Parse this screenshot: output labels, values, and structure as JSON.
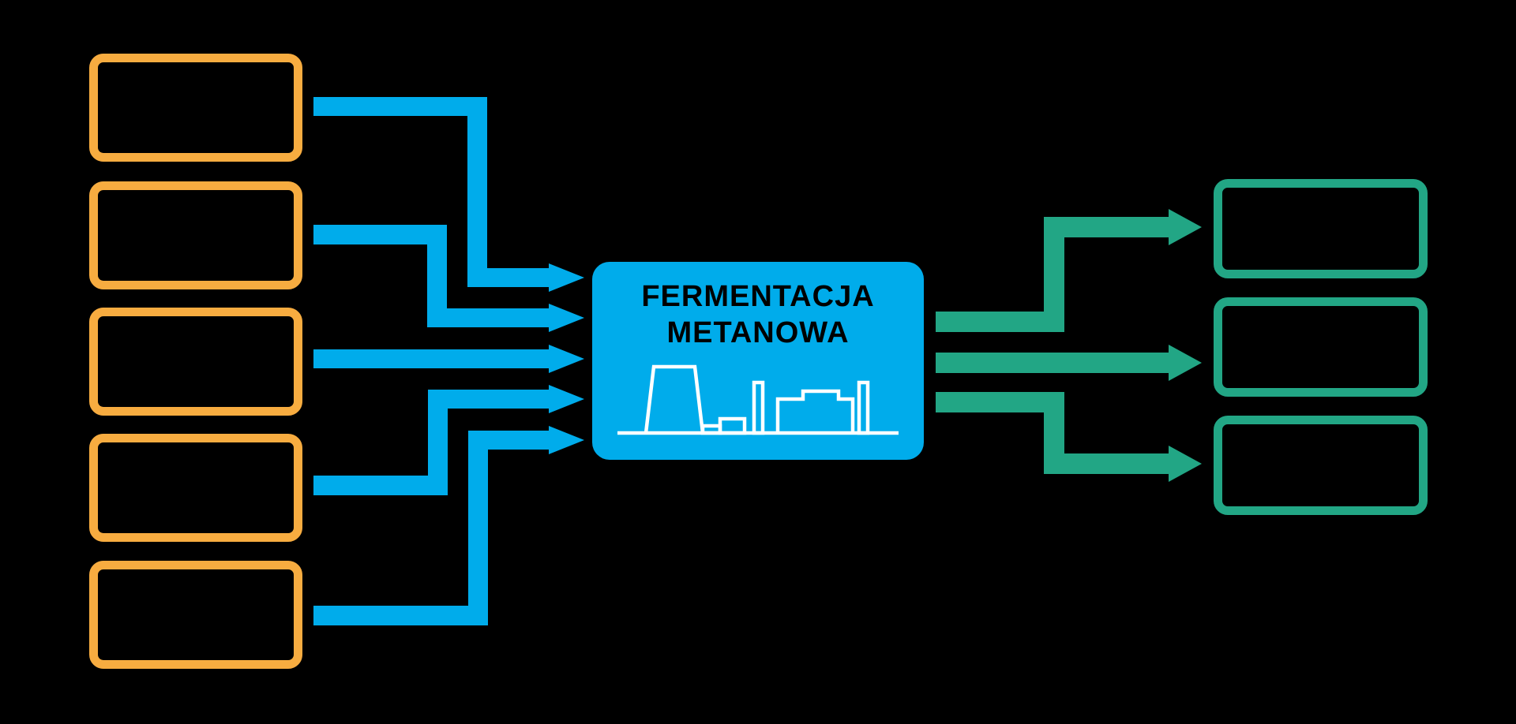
{
  "diagram": {
    "background_color": "#000000",
    "process_box": {
      "label_line1": "FERMENTACJA",
      "label_line2": "METANOWA",
      "fill_color": "#00ACEB",
      "text_color": "#000000",
      "icon": "industrial-plant-icon",
      "icon_color": "#FFFFFF"
    },
    "input_boxes": {
      "count": 5,
      "border_color": "#F7AC40",
      "labels": [
        "",
        "",
        "",
        "",
        ""
      ]
    },
    "output_boxes": {
      "count": 3,
      "border_color": "#22A685",
      "labels": [
        "",
        "",
        ""
      ]
    },
    "arrows": {
      "input_arrow_color": "#00ACEB",
      "output_arrow_color": "#22A685",
      "input_count": 5,
      "output_count": 3
    }
  }
}
